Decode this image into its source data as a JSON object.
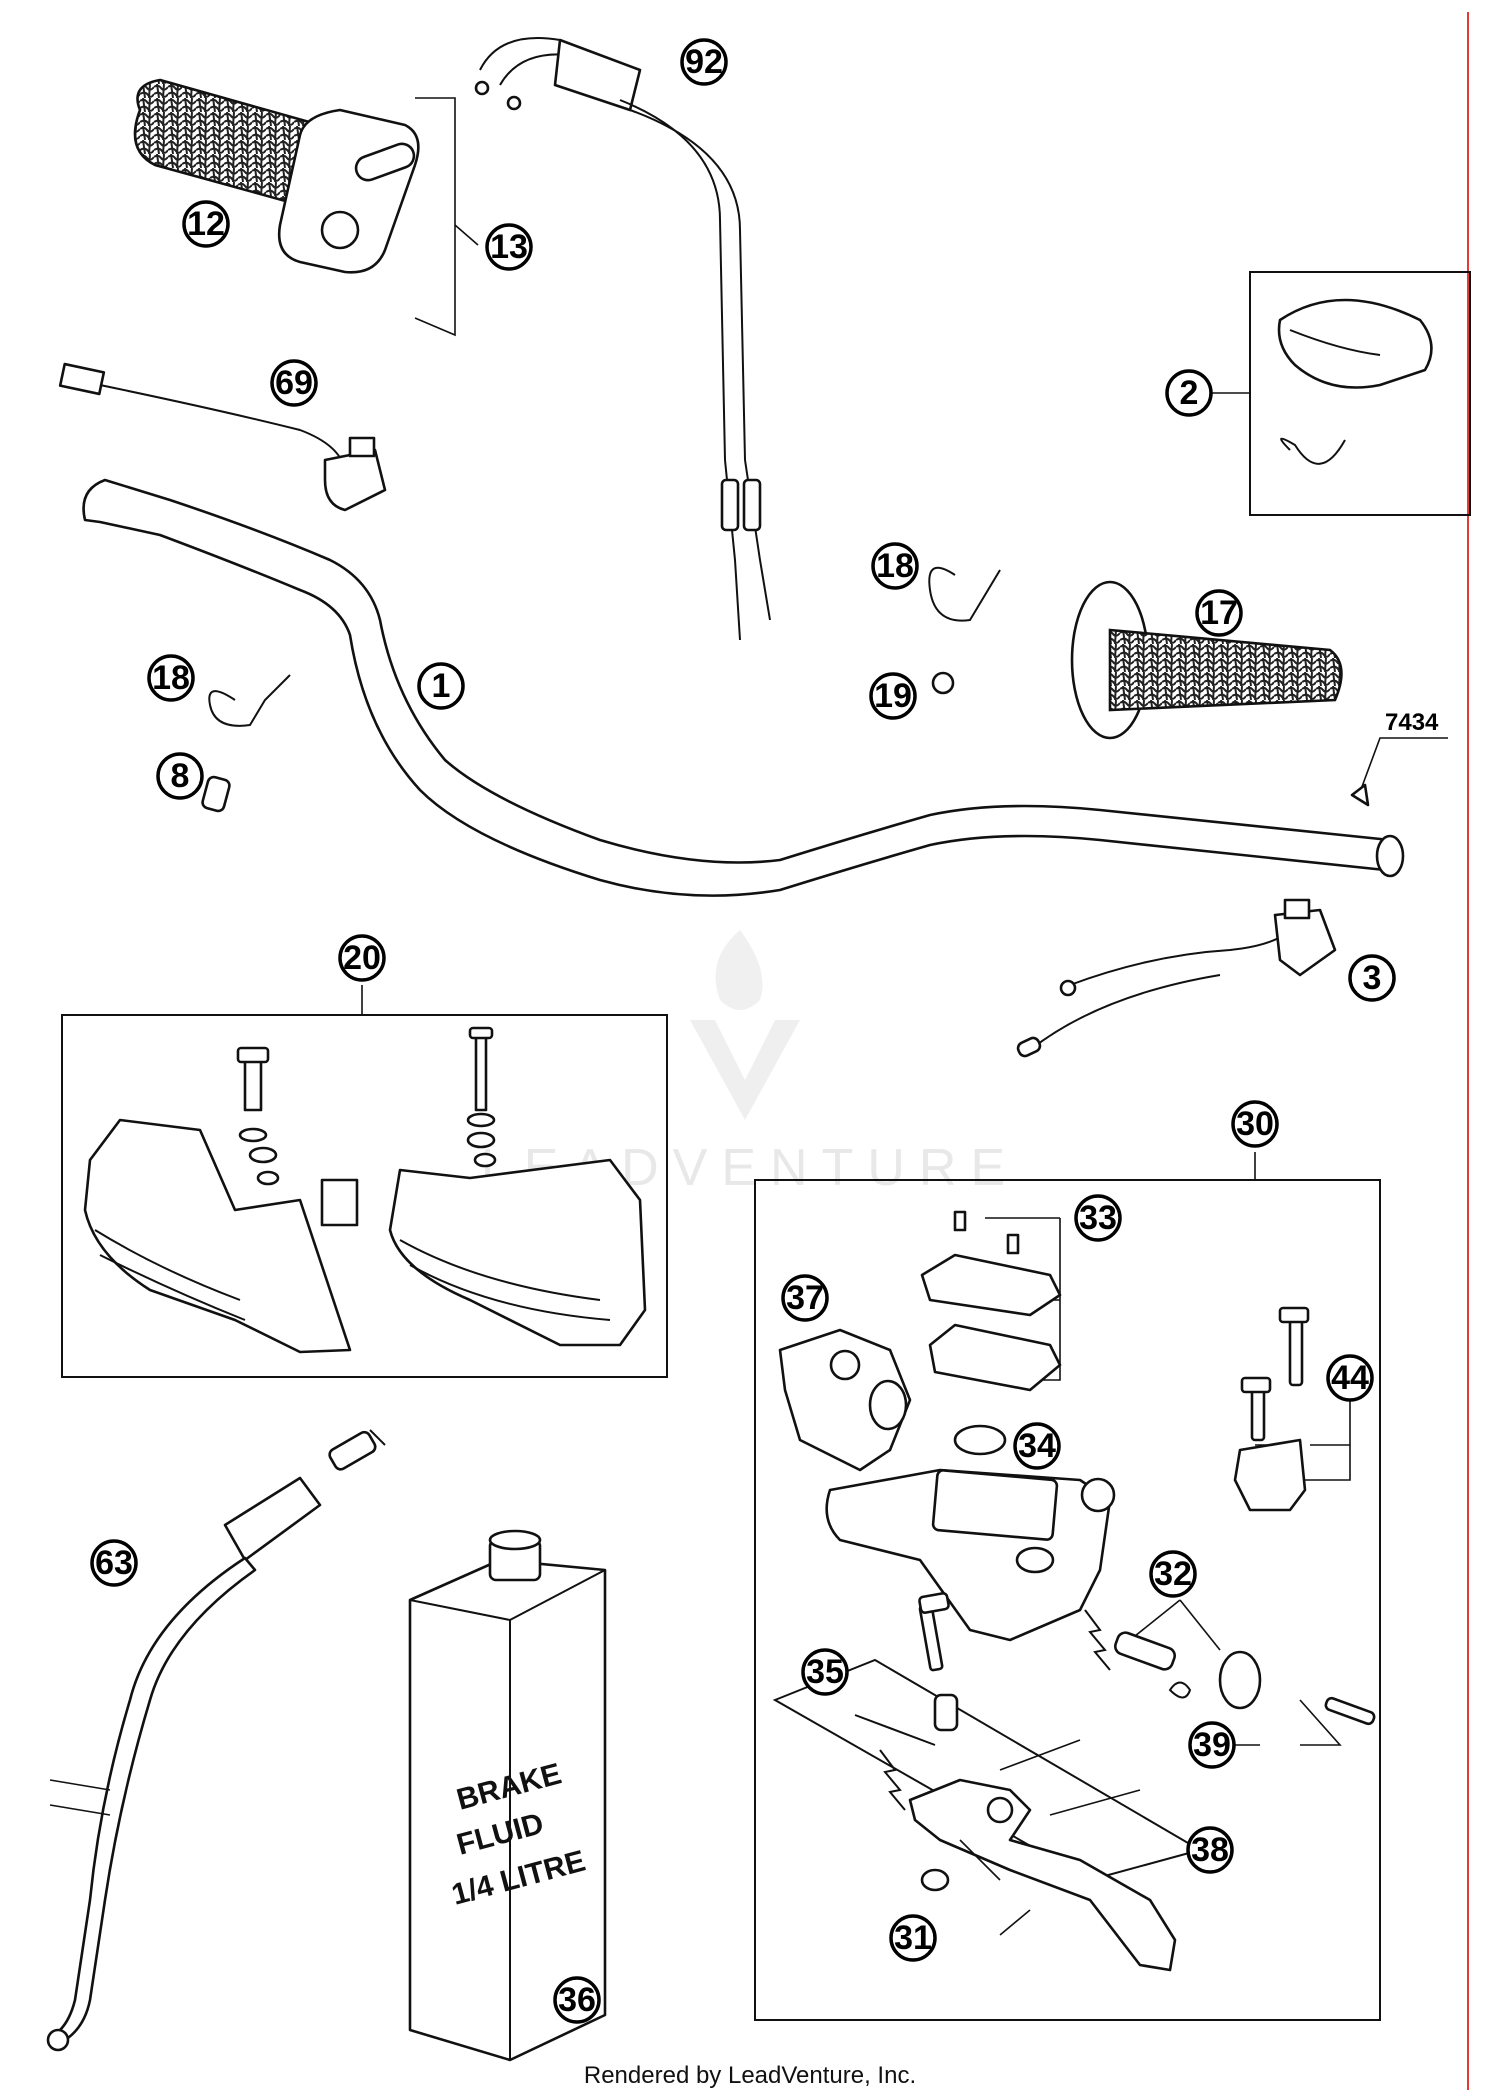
{
  "callouts": [
    {
      "id": "p1",
      "label": "1"
    },
    {
      "id": "p2",
      "label": "2"
    },
    {
      "id": "p3",
      "label": "3"
    },
    {
      "id": "p8",
      "label": "8"
    },
    {
      "id": "p12",
      "label": "12"
    },
    {
      "id": "p13",
      "label": "13"
    },
    {
      "id": "p17",
      "label": "17"
    },
    {
      "id": "p18a",
      "label": "18"
    },
    {
      "id": "p18b",
      "label": "18"
    },
    {
      "id": "p19",
      "label": "19"
    },
    {
      "id": "p20",
      "label": "20"
    },
    {
      "id": "p30",
      "label": "30"
    },
    {
      "id": "p31",
      "label": "31"
    },
    {
      "id": "p32",
      "label": "32"
    },
    {
      "id": "p33",
      "label": "33"
    },
    {
      "id": "p34",
      "label": "34"
    },
    {
      "id": "p35",
      "label": "35"
    },
    {
      "id": "p36",
      "label": "36"
    },
    {
      "id": "p37",
      "label": "37"
    },
    {
      "id": "p38",
      "label": "38"
    },
    {
      "id": "p39",
      "label": "39"
    },
    {
      "id": "p44",
      "label": "44"
    },
    {
      "id": "p63",
      "label": "63"
    },
    {
      "id": "p69",
      "label": "69"
    },
    {
      "id": "p92",
      "label": "92"
    }
  ],
  "plain_label": "7434",
  "fluid_can": {
    "line1": "BRAKE",
    "line2": "FLUID",
    "line3": "1/4 LITRE"
  },
  "watermark": "LEADVENTURE",
  "footer": "Rendered by LeadVenture, Inc.",
  "colors": {
    "ink": "#111111",
    "red_rule": "#e53935",
    "watermark": "#e6e6e6"
  }
}
